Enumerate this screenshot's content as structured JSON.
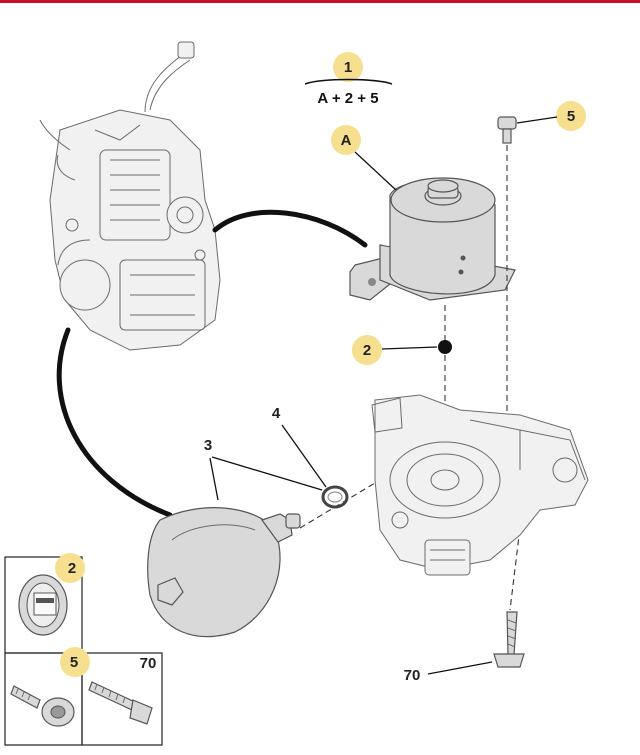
{
  "diagram": {
    "formula": {
      "top_label": "1",
      "expression": "A + 2 + 5"
    },
    "callouts": {
      "motor": "A",
      "seal": "2",
      "screw_top": "5",
      "accumulator": "3",
      "o_ring": "4",
      "bolt": "70"
    },
    "inset": {
      "seal_label": "2",
      "screw_label": "5",
      "bolt_label": "70"
    },
    "colors": {
      "accent_bar": "#c8102e",
      "badge": "#f6e08f"
    }
  }
}
